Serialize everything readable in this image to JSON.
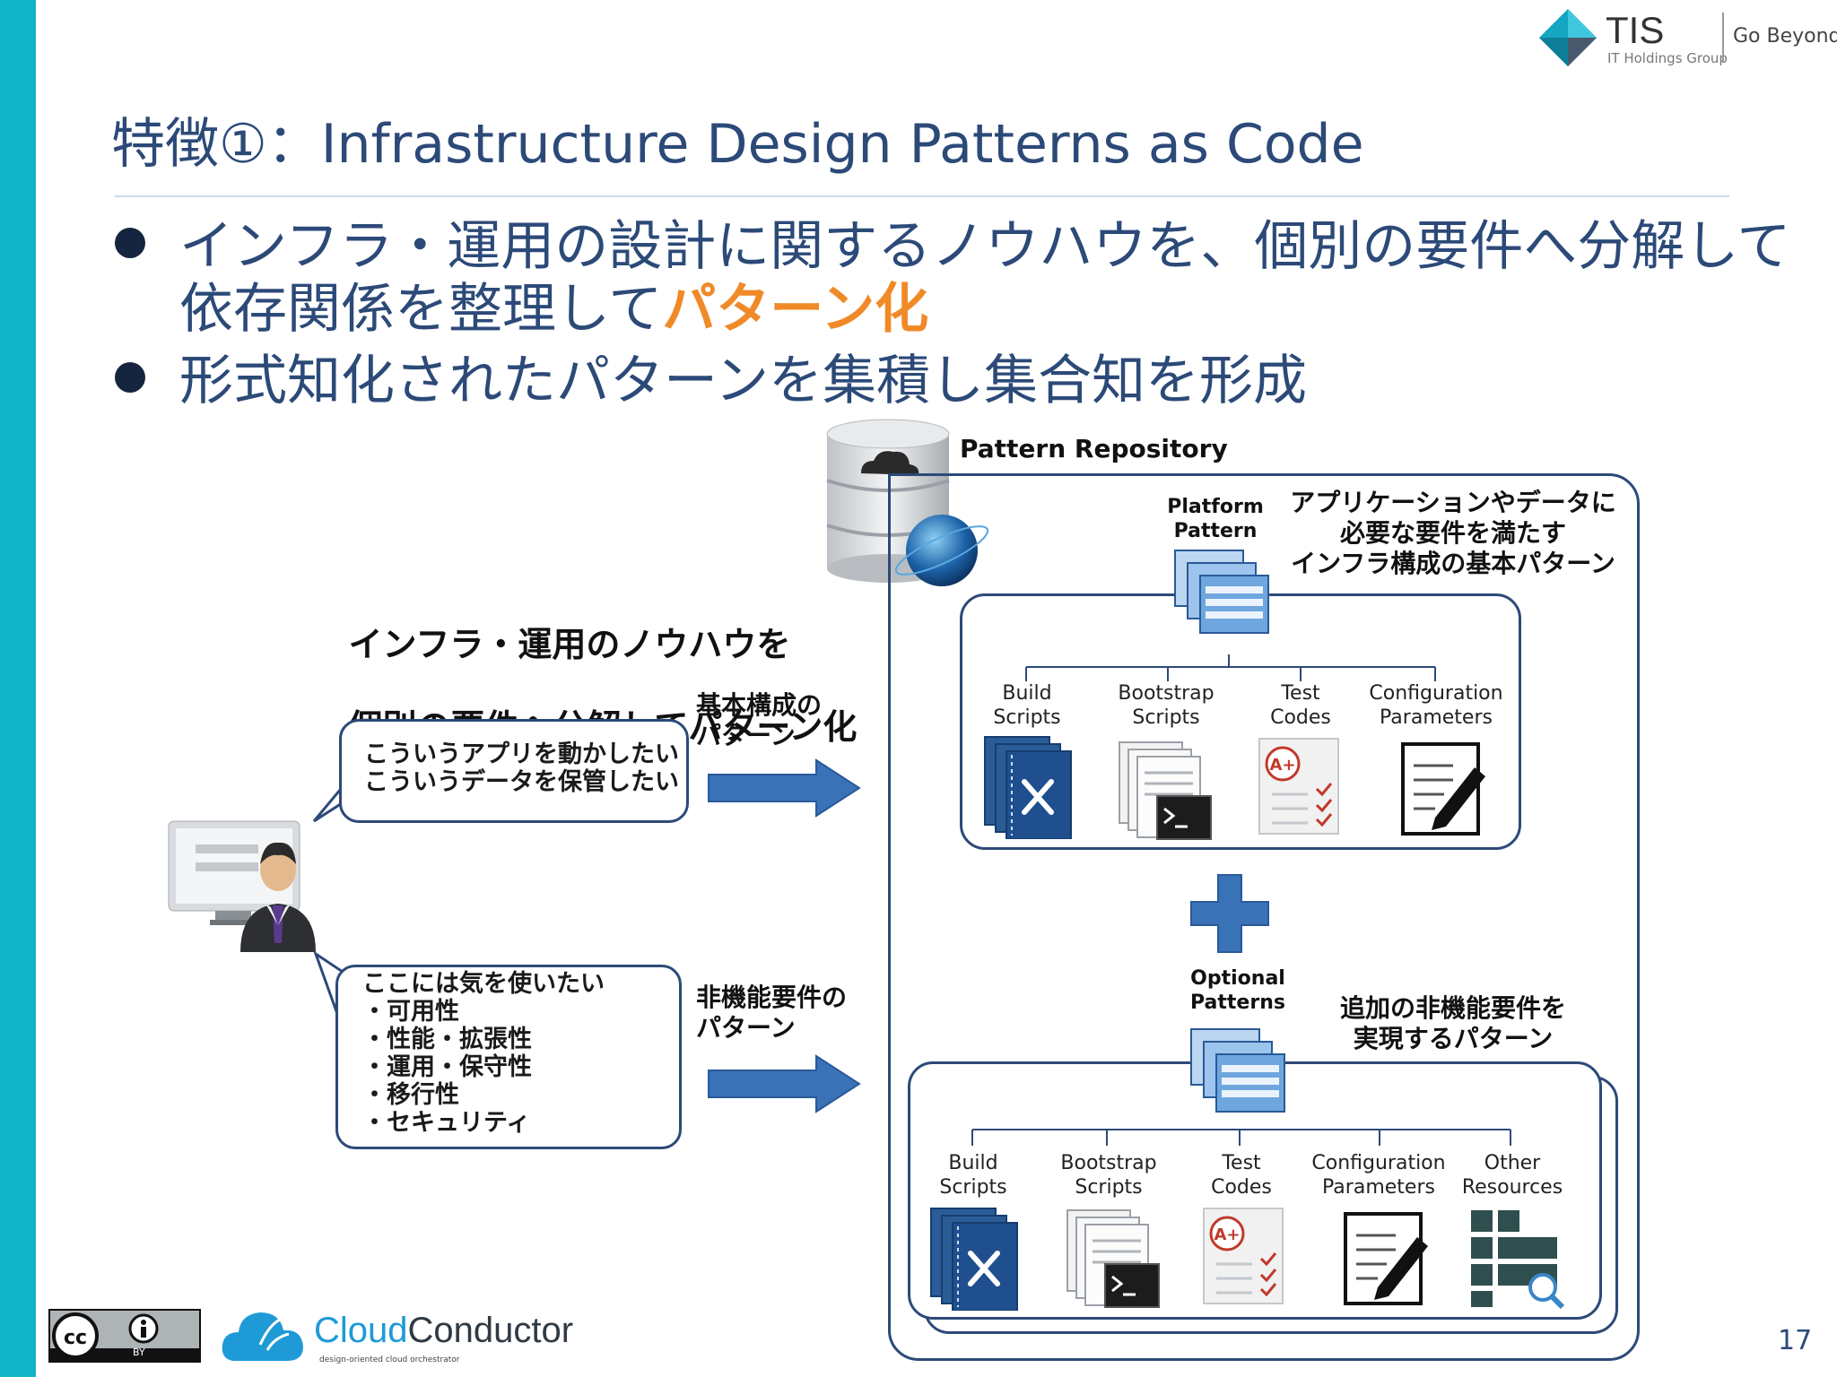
{
  "slide": {
    "title": "特徴①：Infrastructure Design Patterns as Code",
    "page_number": "17"
  },
  "header": {
    "brand": "TIS",
    "brand_sub": "IT Holdings Group",
    "tagline": "Go Beyond"
  },
  "bullets": [
    {
      "line1": "インフラ・運用の設計に関するノウハウを、個別の要件へ分解して",
      "line2_prefix": "依存関係を整理して",
      "line2_highlight": "パターン化"
    },
    {
      "line1": "形式知化されたパターンを集積し集合知を形成"
    }
  ],
  "diagram": {
    "repository_title": "Pattern Repository",
    "heading_line1": "インフラ・運用のノウハウを",
    "heading_line2": "個別の要件へ分解してパターン化",
    "bubble_top": "こういうアプリを動かしたい\nこういうデータを保管したい",
    "bubble_bottom": "ここには気を使いたい\n・可用性\n・性能・拡張性\n・運用・保守性\n・移行性\n・セキュリティ",
    "arrow_top_label": "基本構成の\nパターン",
    "arrow_bottom_label": "非機能要件の\nパターン",
    "platform_label": "Platform\nPattern",
    "platform_desc": "アプリケーションやデータに\n必要な要件を満たす\nインフラ構成の基本パターン",
    "optional_label": "Optional\nPatterns",
    "optional_desc": "追加の非機能要件を\n実現するパターン",
    "platform_items": [
      "Build\nScripts",
      "Bootstrap\nScripts",
      "Test\nCodes",
      "Configuration\nParameters"
    ],
    "optional_items": [
      "Build\nScripts",
      "Bootstrap\nScripts",
      "Test\nCodes",
      "Configuration\nParameters",
      "Other\nResources"
    ],
    "test_grade": "A+"
  },
  "footer": {
    "cc_label": "BY",
    "logo_text_1": "Cloud",
    "logo_text_2": "Conductor",
    "logo_tagline": "design-oriented cloud orchestrator"
  },
  "colors": {
    "accent_bar": "#12b5c7",
    "title": "#2c4a78",
    "highlight": "#f08a28",
    "arrow": "#3a72b8",
    "icon_blue": "#1f4f8f"
  }
}
